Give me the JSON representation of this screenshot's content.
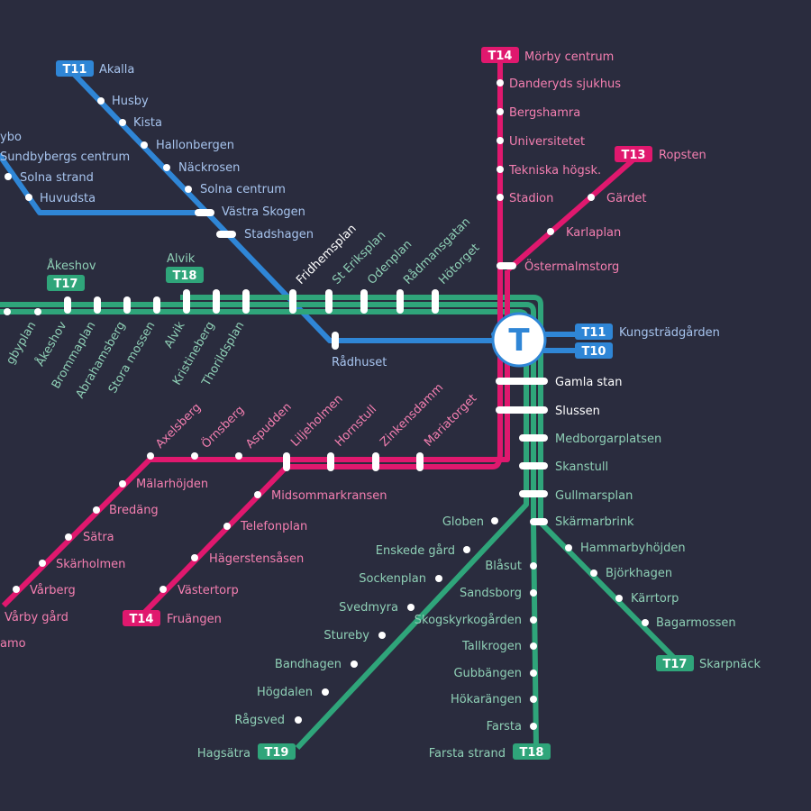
{
  "map": {
    "hub_letter": "T",
    "colors": {
      "background": "#2a2c3e",
      "blue": "#2f86d6",
      "red": "#e0186e",
      "green": "#2fa57a",
      "blue_text": "#a7c4ee",
      "red_text": "#f57fb1",
      "green_text": "#8fd0b6",
      "white_text": "#ffffff",
      "hub_fill": "#ffffff",
      "hub_ring": "#2f86d6",
      "hub_letter": "#2f86d6"
    },
    "badges": {
      "b_t11_akalla": "T11",
      "b_t14_morby": "T14",
      "b_t13_ropsten": "T13",
      "b_t17_akeshov": "T17",
      "b_t18_alvik": "T18",
      "b_t11_kungs": "T11",
      "b_t10": "T10",
      "b_t14_fruangen": "T14",
      "b_t17_skarpnack": "T17",
      "b_t19": "T19",
      "b_t18_farsta": "T18"
    },
    "stations": {
      "akalla": "Akalla",
      "husby": "Husby",
      "kista": "Kista",
      "hallonbergen": "Hallonbergen",
      "nackrosen": "Näckrosen",
      "solna_centrum": "Solna centrum",
      "vastra_skogen": "Västra Skogen",
      "stadshagen": "Stadshagen",
      "fridhemsplan": "Fridhemsplan",
      "st_eriksplan": "St Eriksplan",
      "odenplan": "Odenplan",
      "radmansgatan": "Rådmansgatan",
      "hotorget": "Hötorget",
      "radhuset": "Rådhuset",
      "hallonbergen_partial": "ybo",
      "sundbybergs_centrum": "Sundbybergs centrum",
      "solna_strand": "Solna strand",
      "huvudsta": "Huvudsta",
      "morby_centrum": "Mörby centrum",
      "danderyds_sjukhus": "Danderyds sjukhus",
      "bergshamra": "Bergshamra",
      "universitetet": "Universitetet",
      "tekniska_hogsk": "Tekniska högsk.",
      "stadion": "Stadion",
      "ropsten": "Ropsten",
      "gardet": "Gärdet",
      "karlaplan": "Karlaplan",
      "ostermalmstorg": "Östermalmstorg",
      "kungstradgarden": "Kungsträdgården",
      "akeshov_top": "Åkeshov",
      "alvik_top": "Alvik",
      "bromma_partial": "gbyplan",
      "akeshov": "Åkeshov",
      "brommaplan": "Brommaplan",
      "abrahamsberg": "Abrahamsberg",
      "stora_mossen": "Stora mossen",
      "alvik": "Alvik",
      "kristineberg": "Kristineberg",
      "thorildsplan": "Thorildsplan",
      "gamla_stan": "Gamla stan",
      "slussen": "Slussen",
      "medborgarplatsen": "Medborgarplatsen",
      "skanstull": "Skanstull",
      "gullmarsplan": "Gullmarsplan",
      "skarmarbrink": "Skärmarbrink",
      "axelsberg": "Axelsberg",
      "ornsberg": "Örnsberg",
      "aspudden": "Aspudden",
      "liljeholmen": "Liljeholmen",
      "hornstull": "Hornstull",
      "zinkensdamm": "Zinkensdamm",
      "mariatorget": "Mariatorget",
      "malarhojden": "Mälarhöjden",
      "bredang": "Bredäng",
      "satra": "Sätra",
      "skarholmen": "Skärholmen",
      "varberg": "Vårberg",
      "varby_gard": "Vårby gård",
      "fittja_partial": "amo",
      "midsommarkransen": "Midsommarkransen",
      "telefonplan": "Telefonplan",
      "hagerstensasen": "Hägerstensåsen",
      "vastertorp": "Västertorp",
      "fruangen": "Fruängen",
      "globen": "Globen",
      "enskede_gard": "Enskede gård",
      "sockenplan": "Sockenplan",
      "svedmyra": "Svedmyra",
      "stureby": "Stureby",
      "bandhagen": "Bandhagen",
      "hogdalen": "Högdalen",
      "ragsved": "Rågsved",
      "hagsatra": "Hagsätra",
      "blasut": "Blåsut",
      "sandsborg": "Sandsborg",
      "skogskyrkogarden": "Skogskyrkogården",
      "tallkrogen": "Tallkrogen",
      "gubbangen": "Gubbängen",
      "hokarangen": "Hökarängen",
      "farsta": "Farsta",
      "farsta_strand": "Farsta strand",
      "hammarbyhojden": "Hammarbyhöjden",
      "bjorkhagen": "Björkhagen",
      "karrtorp": "Kärrtorp",
      "bagarmossen": "Bagarmossen",
      "skarpnack": "Skarpnäck"
    }
  }
}
